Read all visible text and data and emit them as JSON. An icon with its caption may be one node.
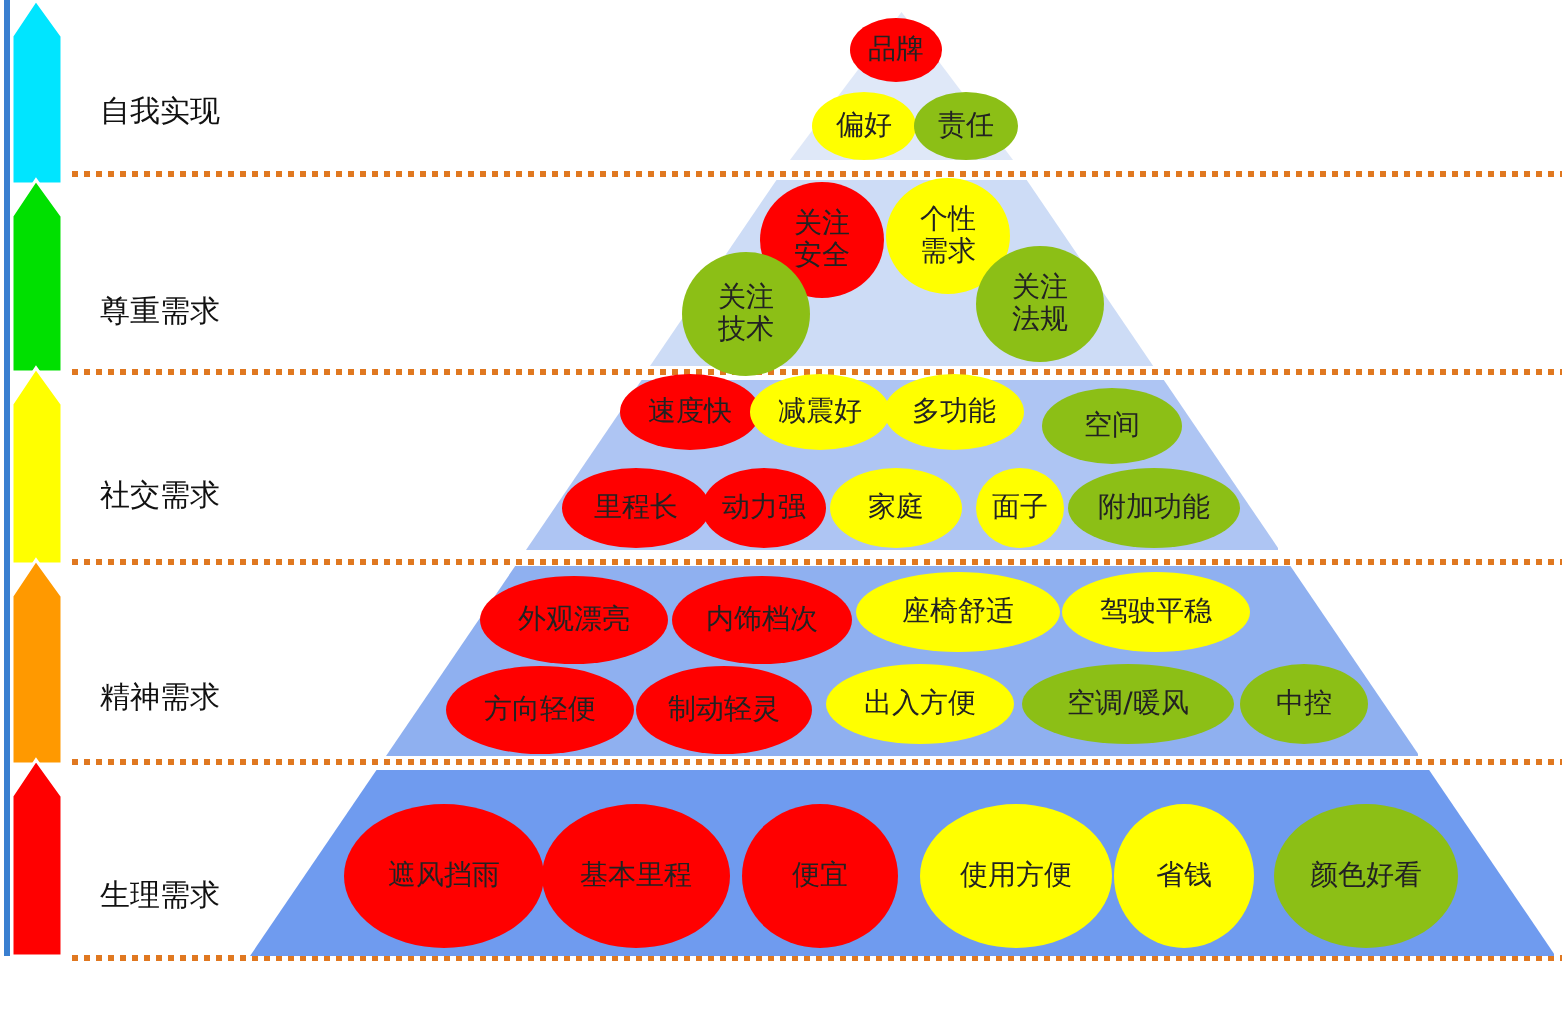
{
  "diagram": {
    "nodes": [
      {
        "text": [],
        "shape": "triangle"
      },
      {
        "text": [
          "品牌"
        ],
        "in": 0
      },
      {
        "text": [
          "偏好"
        ],
        "in": 0
      },
      {
        "text": [
          "责任"
        ],
        "in": 0
      },
      {
        "text": [],
        "shape": "trapezoid"
      },
      {
        "text": [
          "关注安全"
        ],
        "in": 4
      },
      {
        "text": [
          "个性需求"
        ],
        "in": 4
      },
      {
        "text": [
          "关注技术"
        ],
        "in": 4
      },
      {
        "text": [
          "关注法规"
        ],
        "in": 4
      },
      {
        "text": [],
        "shape": "trapezoid"
      },
      {
        "text": [
          "速度快"
        ],
        "in": 9
      },
      {
        "text": [
          "减震好"
        ],
        "in": 9
      },
      {
        "text": [
          "多功能"
        ],
        "in": 9
      },
      {
        "text": [
          "空间"
        ],
        "in": 9
      },
      {
        "text": [
          "里程长"
        ],
        "in": 9
      },
      {
        "text": [
          "动力强"
        ],
        "in": 9
      },
      {
        "text": [
          "家庭"
        ],
        "in": 9
      },
      {
        "text": [
          "面子"
        ],
        "in": 9
      },
      {
        "text": [
          "附加功能"
        ],
        "in": 9
      },
      {
        "text": [],
        "shape": "trapezoid"
      },
      {
        "text": [
          "外观漂亮"
        ],
        "in": 19
      },
      {
        "text": [
          "内饰档次"
        ],
        "in": 19
      },
      {
        "text": [
          "座椅舒适"
        ],
        "in": 19
      },
      {
        "text": [
          "驾驶平稳"
        ],
        "in": 19
      },
      {
        "text": [
          "方向轻便"
        ],
        "in": 19
      },
      {
        "text": [
          "制动轻灵"
        ],
        "in": 19
      },
      {
        "text": [
          "出入方便"
        ],
        "in": 19
      },
      {
        "text": [
          "空调/暖风"
        ],
        "in": 19
      },
      {
        "text": [
          "中控"
        ],
        "in": 19
      },
      {
        "text": [],
        "shape": "trapezoid"
      },
      {
        "text": [
          "遮风挡雨"
        ],
        "in": 29
      },
      {
        "text": [
          "基本里程"
        ],
        "in": 29
      },
      {
        "text": [
          "便宜"
        ],
        "in": 29
      },
      {
        "text": [
          "使用方便"
        ],
        "in": 29
      },
      {
        "text": [
          "省钱"
        ],
        "in": 29
      },
      {
        "text": [
          "颜色好看"
        ],
        "in": 29
      }
    ],
    "labels": [
      "自我实现",
      "尊重需求",
      "社交需求",
      "精神需求",
      "生理需求"
    ]
  }
}
